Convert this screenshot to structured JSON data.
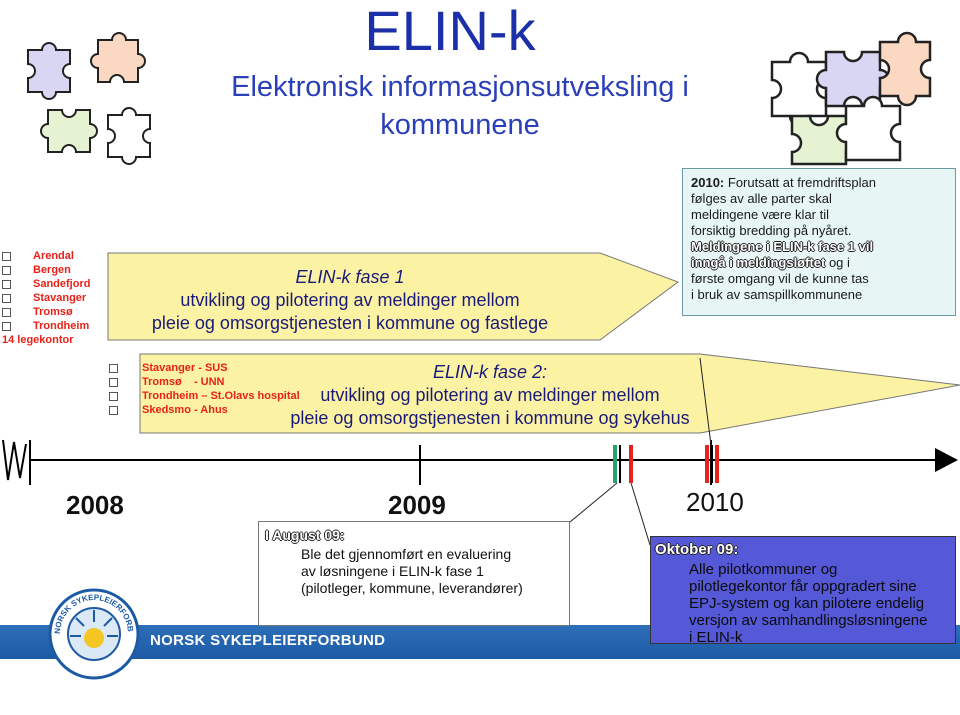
{
  "title": "ELIN-k",
  "subtitle": "Elektronisk informasjonsutveksling i kommunene",
  "phase1": {
    "municipalities": [
      "Arendal",
      "Bergen",
      "Sandefjord",
      "Stavanger",
      "Tromsø",
      "Trondheim"
    ],
    "footnote": "14 legekontor",
    "heading": "ELIN-k fase 1",
    "line1": "utvikling og pilotering av meldinger mellom",
    "line2": "pleie og omsorgstjenesten i kommune og fastlege"
  },
  "phase2": {
    "sites": [
      "Stavanger - SUS",
      "Tromsø    - UNN",
      "Trondheim – St.Olavs hospital",
      "Skedsmo - Ahus"
    ],
    "heading": "ELIN-k fase 2:",
    "line1": "utvikling og pilotering av meldinger mellom",
    "line2": "pleie og omsorgstjenesten i kommune og sykehus"
  },
  "note2010": {
    "year_label": "2010:",
    "lines": [
      "Forutsatt at fremdriftsplan",
      "følges av alle parter skal",
      "meldingene være klar til",
      "forsiktig bredding på nyåret."
    ],
    "bold1": "Meldingene i ELIN-k fase 1 vil",
    "bold2": "inngå i meldingsløftet",
    "rest_inline": " og i",
    "rest_lines": [
      "første omgang vil de kunne tas",
      "i bruk av samspillkommunene"
    ]
  },
  "timeline": {
    "years": [
      "2008",
      "2009",
      "2010"
    ]
  },
  "aug_box": {
    "label": "I August 09:",
    "lines": [
      "Ble det gjennomført en evaluering",
      "av løsningene i ELIN-k fase 1",
      "(pilotleger, kommune, leverandører)"
    ]
  },
  "oct_box": {
    "label": "Oktober 09:",
    "lines": [
      "Alle pilotkommuner og",
      "pilotlegekontor får oppgradert sine",
      "EPJ-system og kan pilotere endelig",
      "versjon av samhandlingsløsningene",
      "i ELIN-k"
    ]
  },
  "footer": {
    "org": "NORSK SYKEPLEIERFORBUND",
    "seal_text": "NORSK SYKEPLEIERFORBUND"
  },
  "colors": {
    "title": "#1a2fa8",
    "phase_arrow": "#fbf3a3",
    "municipality_text": "#e8211a",
    "note_bg": "#e7f6f4",
    "oct_bg": "#5559d8",
    "footer_bar": "#1d5aa5"
  }
}
